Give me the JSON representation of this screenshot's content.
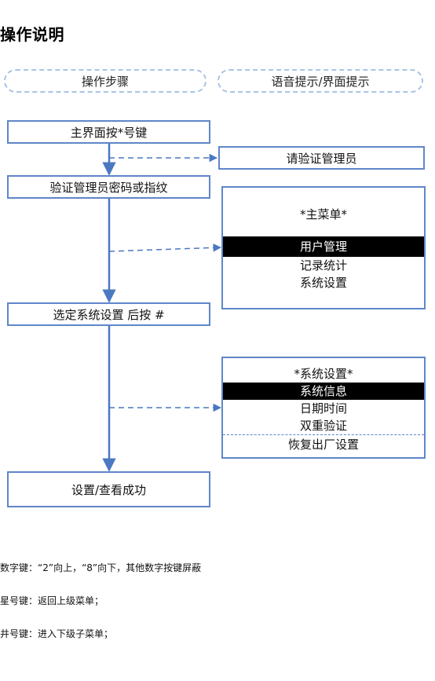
{
  "title": "操作说明",
  "columns": {
    "left": "操作步骤",
    "right": "语音提示/界面提示"
  },
  "steps": [
    "主界面按*号键",
    "验证管理员密码或指纹",
    "选定系统设置 后按 #",
    "设置/查看成功"
  ],
  "prompt": "请验证管理员",
  "main_menu": {
    "title": "*主菜单*",
    "items": [
      "用户管理",
      "记录统计",
      "系统设置"
    ],
    "highlighted_index": 0
  },
  "settings_menu": {
    "title": "*系统设置*",
    "items": [
      "系统信息",
      "日期时间",
      "双重验证",
      "恢复出厂设置"
    ],
    "highlighted_index": 0
  },
  "notes": [
    "数字键：“2”向上，“8”向下，其他数字按键屏蔽",
    "星号键：返回上级菜单；",
    "井号键：进入下级子菜单；"
  ],
  "colors": {
    "box_border": "#5f86c9",
    "arrow": "#4a78c2",
    "dashed_header": "#a9c4e4",
    "highlight_bg": "#000000"
  }
}
